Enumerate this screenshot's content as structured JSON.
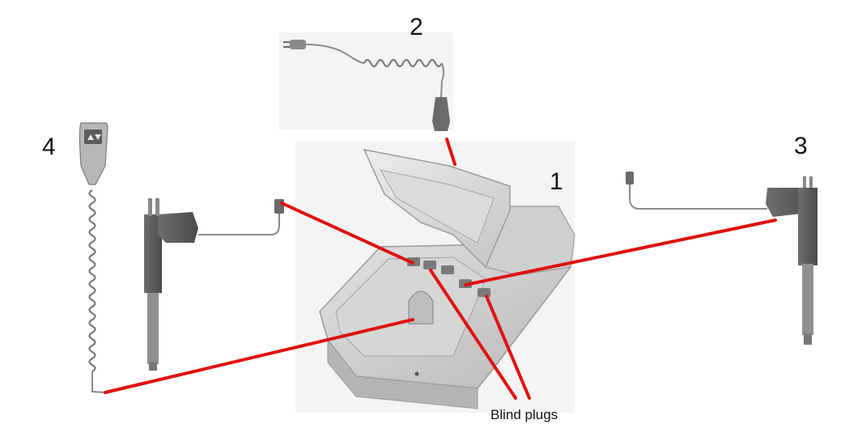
{
  "labels": {
    "control_box": "1",
    "power_cable": "2",
    "actuator_right": "3",
    "hand_control": "4",
    "blind_plugs": "Blind plugs"
  },
  "colors": {
    "pointer_line": "#e01010",
    "device_body": "#c9c9c9",
    "device_shadow": "#a9a9a9",
    "actuator_dark": "#5a5a5a",
    "actuator_rod": "#9a9a9a"
  }
}
